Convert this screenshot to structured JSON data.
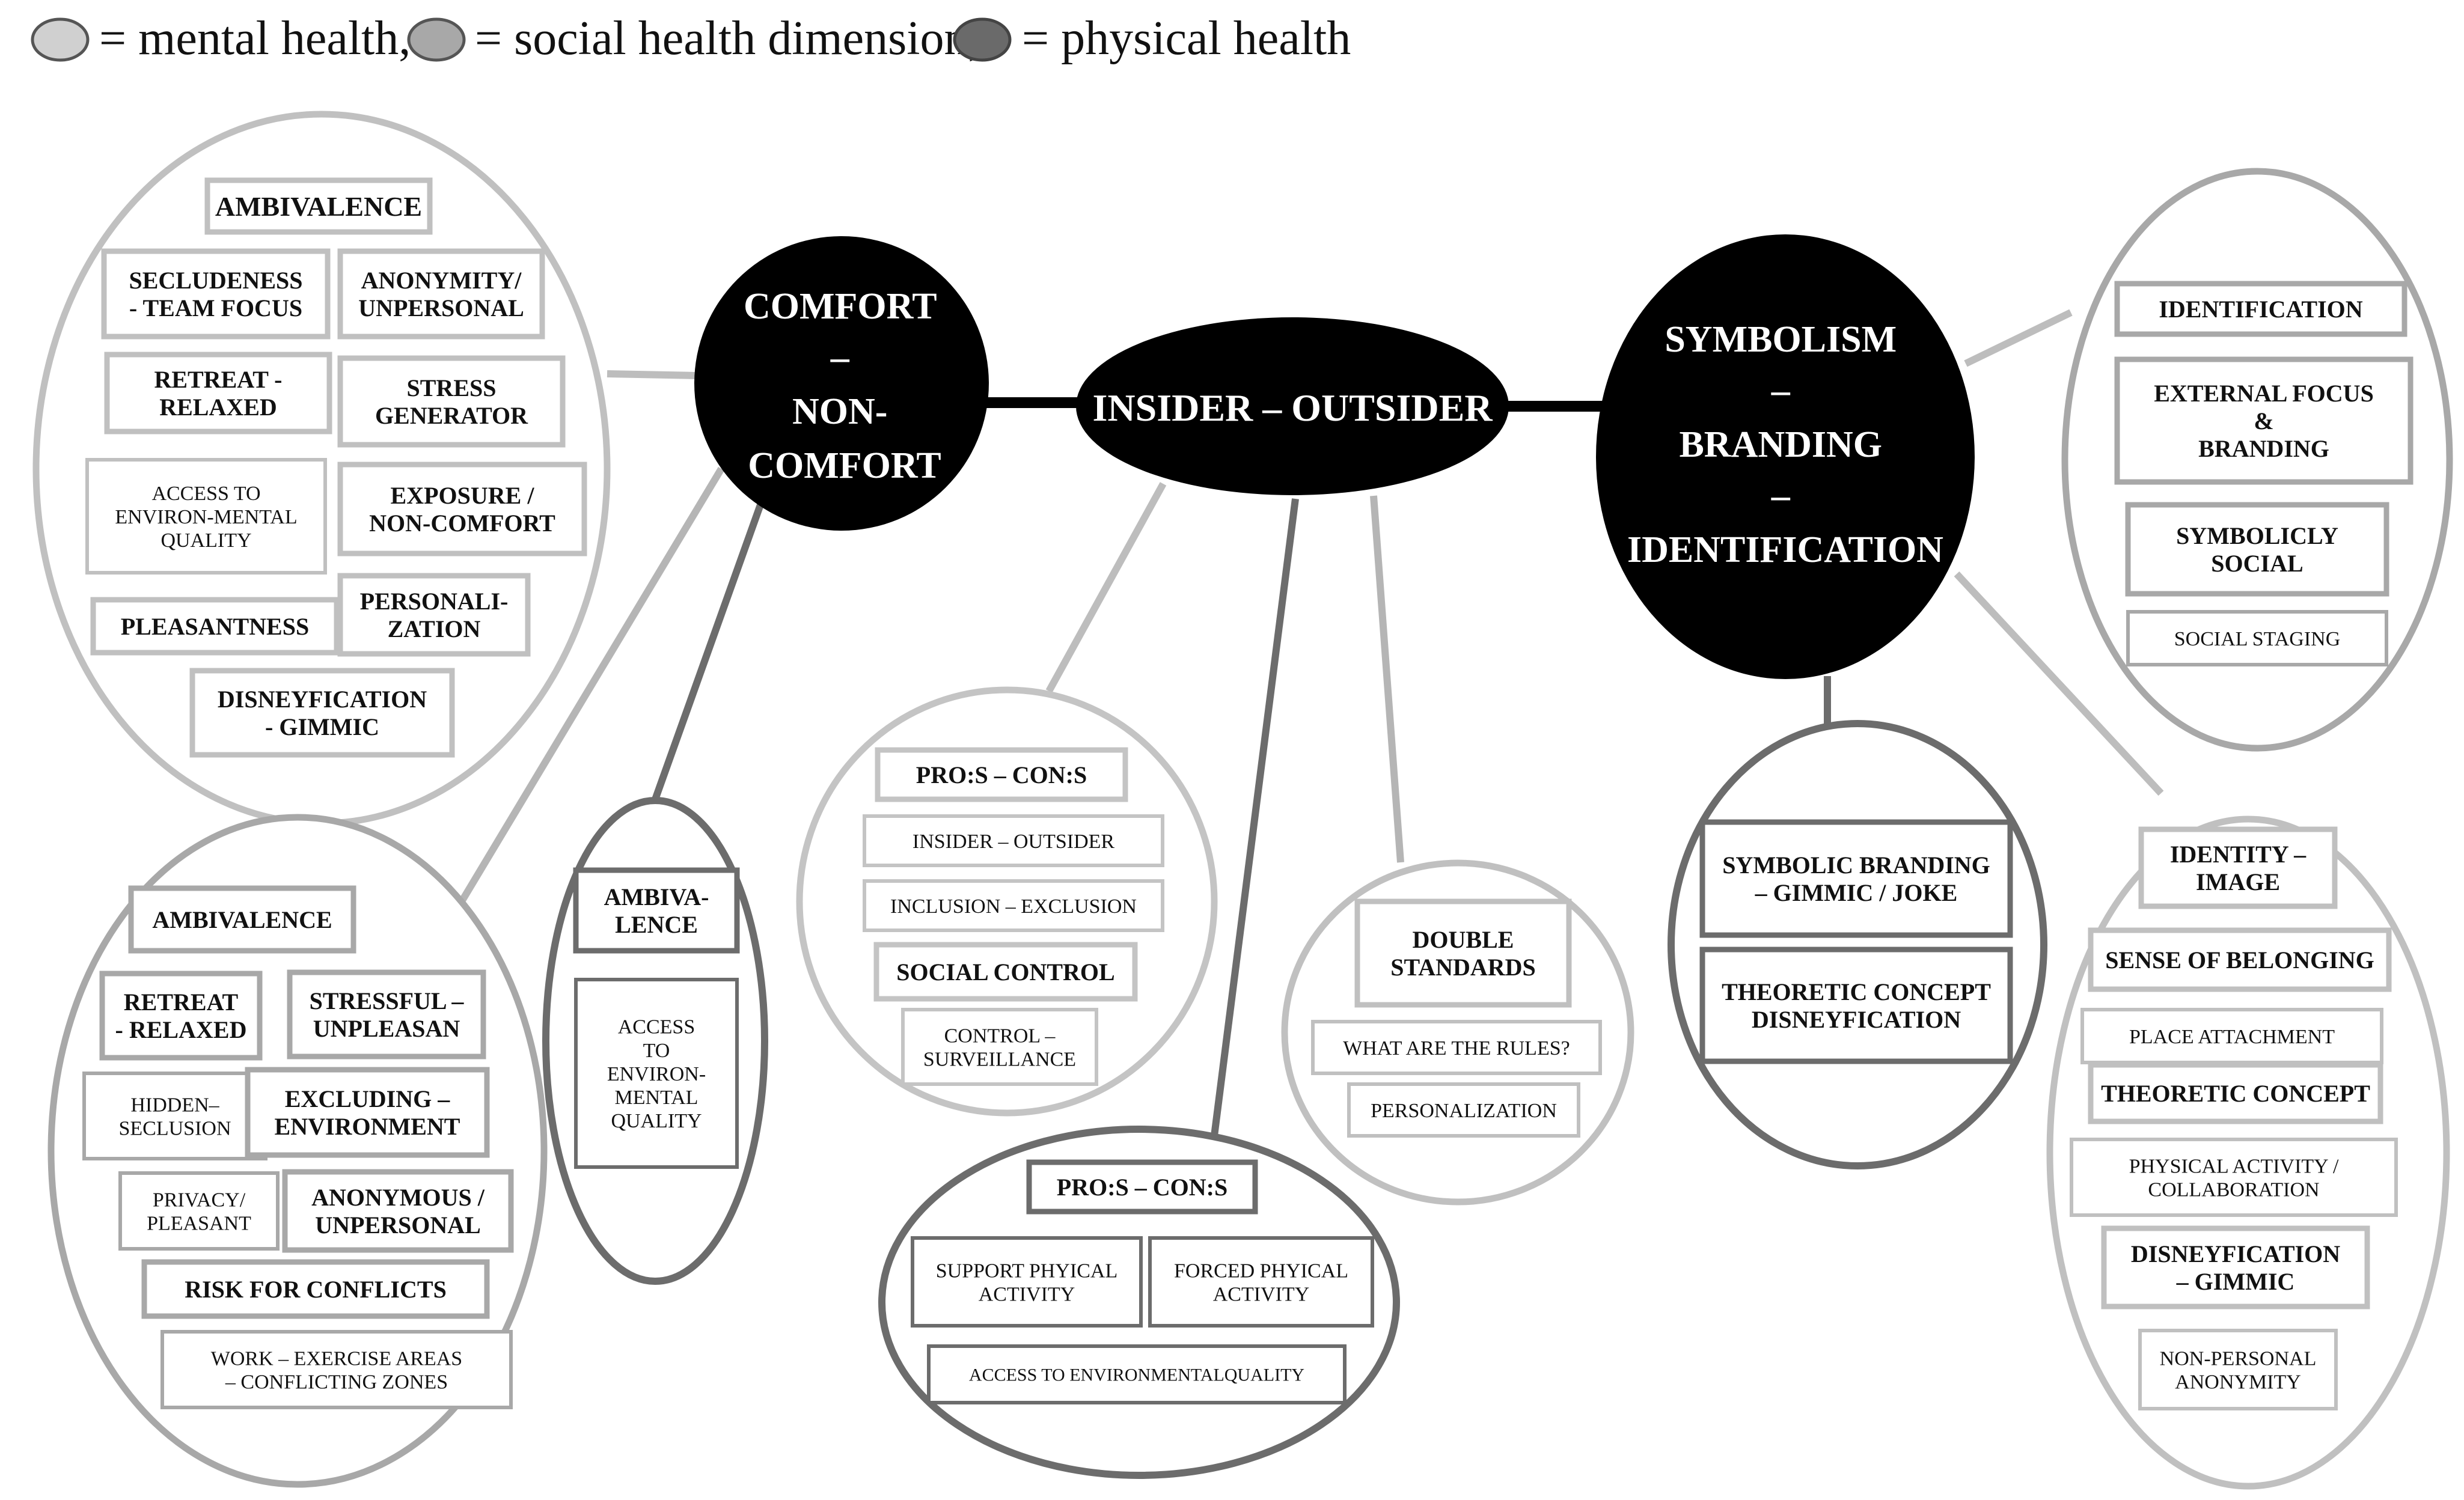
{
  "legend": [
    {
      "text": "= mental health,",
      "color": "#d0d0d0"
    },
    {
      "text": "= social health dimension,",
      "color": "#a8a8a8"
    },
    {
      "text": "= physical health",
      "color": "#6a6a6a"
    }
  ],
  "colors": {
    "mental": "#c0c0c0",
    "social": "#a0a0a0",
    "physical": "#6c6c6c",
    "hub": "#000000"
  },
  "hubs": {
    "comfort": {
      "lines": [
        "COMFORT",
        "–",
        "NON-",
        "COMFORT"
      ]
    },
    "insider": {
      "lines": [
        "INSIDER – OUTSIDER"
      ]
    },
    "symbolism": {
      "lines": [
        "SYMBOLISM",
        "–",
        "BRANDING",
        "–",
        "IDENTIFICATION"
      ]
    }
  },
  "clusters": {
    "topleft": [
      {
        "lines": [
          "AMBIVALENCE"
        ],
        "bold": true
      },
      {
        "lines": [
          "SECLUDENESS",
          "- TEAM FOCUS"
        ],
        "bold": true
      },
      {
        "lines": [
          "ANONYMITY/",
          "UNPERSONAL"
        ],
        "bold": true
      },
      {
        "lines": [
          "RETREAT -",
          "RELAXED"
        ],
        "bold": true
      },
      {
        "lines": [
          "STRESS",
          "GENERATOR"
        ],
        "bold": true
      },
      {
        "lines": [
          "ACCESS TO",
          "ENVIRON-MENTAL",
          "QUALITY"
        ],
        "bold": false
      },
      {
        "lines": [
          "EXPOSURE /",
          "NON-COMFORT"
        ],
        "bold": true
      },
      {
        "lines": [
          "PLEASANTNESS"
        ],
        "bold": true
      },
      {
        "lines": [
          "PERSONALI-",
          "ZATION"
        ],
        "bold": true
      },
      {
        "lines": [
          "DISNEYFICATION",
          "- GIMMIC"
        ],
        "bold": true
      }
    ],
    "bottomleft": [
      {
        "lines": [
          "AMBIVALENCE"
        ],
        "bold": true
      },
      {
        "lines": [
          "RETREAT",
          "- RELAXED"
        ],
        "bold": true
      },
      {
        "lines": [
          "STRESSFUL –",
          "UNPLEASAN"
        ],
        "bold": true
      },
      {
        "lines": [
          "HIDDEN–",
          "SECLUSION"
        ],
        "bold": false
      },
      {
        "lines": [
          "EXCLUDING –",
          "ENVIRONMENT"
        ],
        "bold": true
      },
      {
        "lines": [
          "PRIVACY/",
          "PLEASANT"
        ],
        "bold": false
      },
      {
        "lines": [
          "ANONYMOUS /",
          "UNPERSONAL"
        ],
        "bold": true
      },
      {
        "lines": [
          "RISK FOR CONFLICTS"
        ],
        "bold": true
      },
      {
        "lines": [
          "WORK – EXERCISE AREAS",
          "– CONFLICTING ZONES"
        ],
        "bold": false
      }
    ],
    "ambivalence": [
      {
        "lines": [
          "AMBIVA-",
          "LENCE"
        ],
        "bold": true
      },
      {
        "lines": [
          "ACCESS",
          "TO",
          "ENVIRON-",
          "MENTAL",
          "QUALITY"
        ],
        "bold": false
      }
    ],
    "proscons1": [
      {
        "lines": [
          "PRO:S – CON:S"
        ],
        "bold": true
      },
      {
        "lines": [
          "INSIDER  –  OUTSIDER"
        ],
        "bold": false
      },
      {
        "lines": [
          "INCLUSION  – EXCLUSION"
        ],
        "bold": false
      },
      {
        "lines": [
          "SOCIAL CONTROL"
        ],
        "bold": true
      },
      {
        "lines": [
          "CONTROL –",
          "SURVEILLANCE"
        ],
        "bold": false
      }
    ],
    "proscons2": [
      {
        "lines": [
          "PRO:S – CON:S"
        ],
        "bold": true
      },
      {
        "lines": [
          "SUPPORT PHYICAL",
          "ACTIVITY"
        ],
        "bold": false
      },
      {
        "lines": [
          "FORCED PHYICAL",
          "ACTIVITY"
        ],
        "bold": false
      },
      {
        "lines": [
          "ACCESS TO  ENVIRONMENTALQUALITY"
        ],
        "bold": false
      }
    ],
    "doublestd": [
      {
        "lines": [
          "DOUBLE",
          "STANDARDS"
        ],
        "bold": true
      },
      {
        "lines": [
          "WHAT ARE THE RULES?"
        ],
        "bold": false
      },
      {
        "lines": [
          "PERSONALIZATION"
        ],
        "bold": false
      }
    ],
    "symbolic": [
      {
        "lines": [
          "SYMBOLIC BRANDING",
          "– GIMMIC / JOKE"
        ],
        "bold": true
      },
      {
        "lines": [
          "THEORETIC CONCEPT",
          "DISNEYFICATION"
        ],
        "bold": true
      }
    ],
    "topright": [
      {
        "lines": [
          "IDENTIFICATION"
        ],
        "bold": true
      },
      {
        "lines": [
          "EXTERNAL FOCUS",
          "&",
          "BRANDING"
        ],
        "bold": true
      },
      {
        "lines": [
          "SYMBOLICLY",
          "SOCIAL"
        ],
        "bold": true
      },
      {
        "lines": [
          "SOCIAL STAGING"
        ],
        "bold": false
      }
    ],
    "bottomright": [
      {
        "lines": [
          "IDENTITY –",
          "IMAGE"
        ],
        "bold": true
      },
      {
        "lines": [
          "SENSE OF BELONGING"
        ],
        "bold": true
      },
      {
        "lines": [
          "PLACE ATTACHMENT"
        ],
        "bold": false
      },
      {
        "lines": [
          "THEORETIC CONCEPT"
        ],
        "bold": true
      },
      {
        "lines": [
          "PHYSICAL ACTIVITY /",
          "COLLABORATION"
        ],
        "bold": false
      },
      {
        "lines": [
          "DISNEYFICATION",
          "– GIMMIC"
        ],
        "bold": true
      },
      {
        "lines": [
          "NON-PERSONAL",
          "ANONYMITY"
        ],
        "bold": false
      }
    ]
  }
}
